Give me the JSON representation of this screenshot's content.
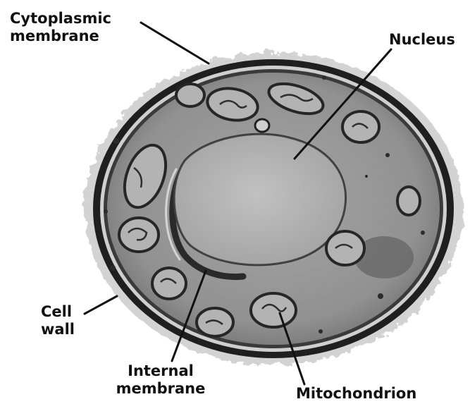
{
  "labels": {
    "cytoplasmic_membrane": {
      "line1": "Cytoplasmic",
      "line2": "membrane"
    },
    "nucleus": "Nucleus",
    "cell_wall": {
      "line1": "Cell",
      "line2": "wall"
    },
    "internal_membrane": {
      "line1": "Internal",
      "line2": "membrane"
    },
    "mitochondrion": "Mitochondrion"
  },
  "colors": {
    "cell_wall": "#1a1a1a",
    "cytoplasm": "#9c9c9c",
    "nucleus": "#b9b9b9",
    "organelle_outline": "#2b2b2b",
    "leader_line": "#111111"
  }
}
